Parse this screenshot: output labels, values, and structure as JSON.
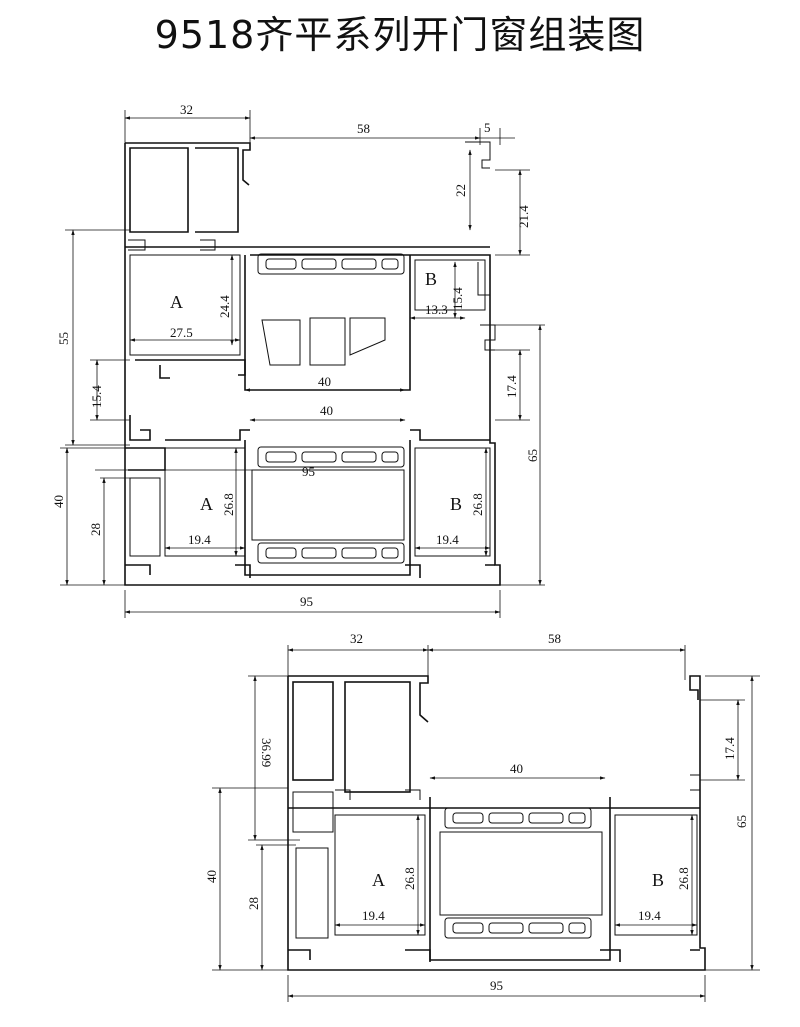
{
  "title": "9518齐平系列开门窗组装图",
  "labels": {
    "a": "A",
    "b": "B"
  },
  "top": {
    "d32": "32",
    "d58": "58",
    "d5": "5",
    "d22": "22",
    "d21_4": "21.4",
    "d55": "55",
    "d24_4": "24.4",
    "d27_5": "27.5",
    "d15_4a": "15.4",
    "d13_3": "13.3",
    "d40a": "40",
    "d15_4b": "15.4",
    "d17_4": "17.4",
    "d40b": "40",
    "d95a": "95",
    "d65": "65",
    "d40c": "40",
    "d28": "28",
    "d26_8a": "26.8",
    "d26_8b": "26.8",
    "d19_4a": "19.4",
    "d19_4b": "19.4",
    "d95b": "95"
  },
  "bottom": {
    "d32": "32",
    "d58": "58",
    "d36_99": "36.99",
    "d40a": "40",
    "d17_4": "17.4",
    "d65": "65",
    "d40b": "40",
    "d28": "28",
    "d26_8a": "26.8",
    "d26_8b": "26.8",
    "d19_4a": "19.4",
    "d19_4b": "19.4",
    "d95": "95"
  }
}
